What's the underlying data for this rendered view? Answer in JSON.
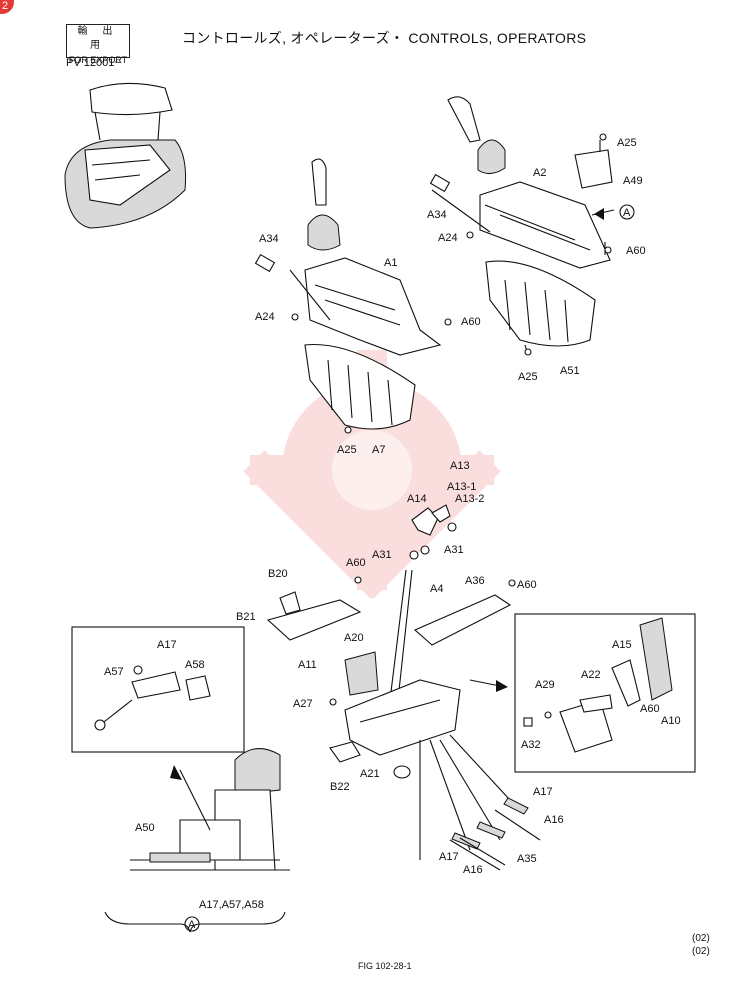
{
  "header": {
    "export_jp": "輸 出 用",
    "export_en": "FOR EXPORT",
    "serial": "PV 12001~",
    "title": "コントロールズ, オペレーターズ・ CONTROLS, OPERATORS",
    "badge": "2"
  },
  "callouts": {
    "a1": "A1",
    "a2": "A2",
    "a34_left": "A34",
    "a34_right": "A34",
    "a24_left": "A24",
    "a24_right": "A24",
    "a60_left": "A60",
    "a60_right": "A60",
    "a60_mid": "A60",
    "a60_detail": "A60",
    "a60_a36": "A60",
    "a25_top": "A25",
    "a25_left": "A25",
    "a25_right": "A25",
    "a49": "A49",
    "a51": "A51",
    "a7": "A7",
    "a13": "A13",
    "a13_1": "A13-1",
    "a13_2": "A13-2",
    "a14": "A14",
    "a31_left": "A31",
    "a31_right": "A31",
    "a4": "A4",
    "a36": "A36",
    "a11": "A11",
    "a20": "A20",
    "a27": "A27",
    "a21": "A21",
    "b20": "B20",
    "b21": "B21",
    "b22": "B22",
    "a17_detail": "A17",
    "a57": "A57",
    "a58": "A58",
    "a50": "A50",
    "a17_a57_a58": "A17,A57,A58",
    "a17_right": "A17",
    "a16_right": "A16",
    "a17_bottom": "A17",
    "a16_bottom": "A16",
    "a35": "A35",
    "a15": "A15",
    "a22": "A22",
    "a29": "A29",
    "a32": "A32",
    "a10": "A10",
    "view_a": "A",
    "view_a_bottom": "A"
  },
  "footer": {
    "fig": "FIG  102-28-1",
    "rev1": "(02)",
    "rev2": "(02)"
  }
}
